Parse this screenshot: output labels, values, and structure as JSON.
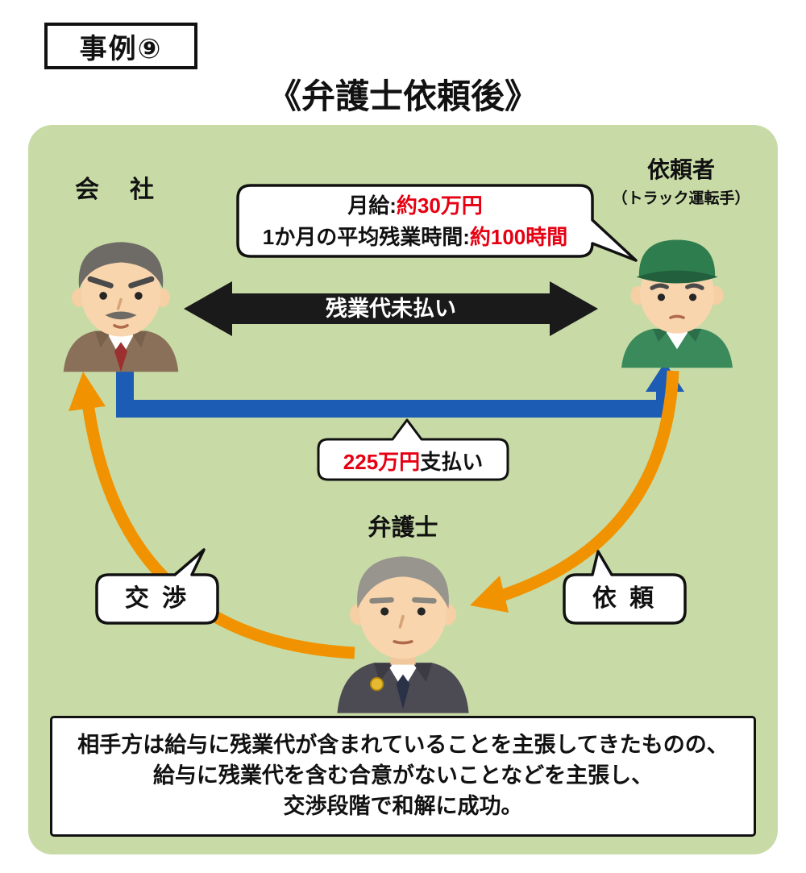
{
  "colors": {
    "panel_green": "#c8dba6",
    "accent_red": "#e60012",
    "dispute_arrow_black": "#1a1a1a",
    "payment_arrow_blue": "#1d5cb5",
    "referral_arrow_orange": "#f19300"
  },
  "header": {
    "case_label": "事例⑨",
    "title": "《弁護士依頼後》"
  },
  "actors": {
    "company": {
      "name": "会　社"
    },
    "client": {
      "name": "依頼者",
      "role": "（トラック運転手）"
    },
    "lawyer": {
      "name": "弁護士"
    }
  },
  "info_bubble": {
    "line1": {
      "label": "月給:",
      "value": "約30万円"
    },
    "line2": {
      "label": "1か月の平均残業時間:",
      "value": "約100時間"
    }
  },
  "relations": {
    "dispute_label": "残業代未払い",
    "payment": {
      "amount": "225万円",
      "suffix": "支払い"
    },
    "negotiation_label": "交 渉",
    "request_label": "依 頼"
  },
  "summary": {
    "lines": [
      "相手方は給与に残業代が含まれていることを主張してきたものの、",
      "給与に残業代を含む合意がないことなどを主張し、",
      "交渉段階で和解に成功。"
    ]
  }
}
